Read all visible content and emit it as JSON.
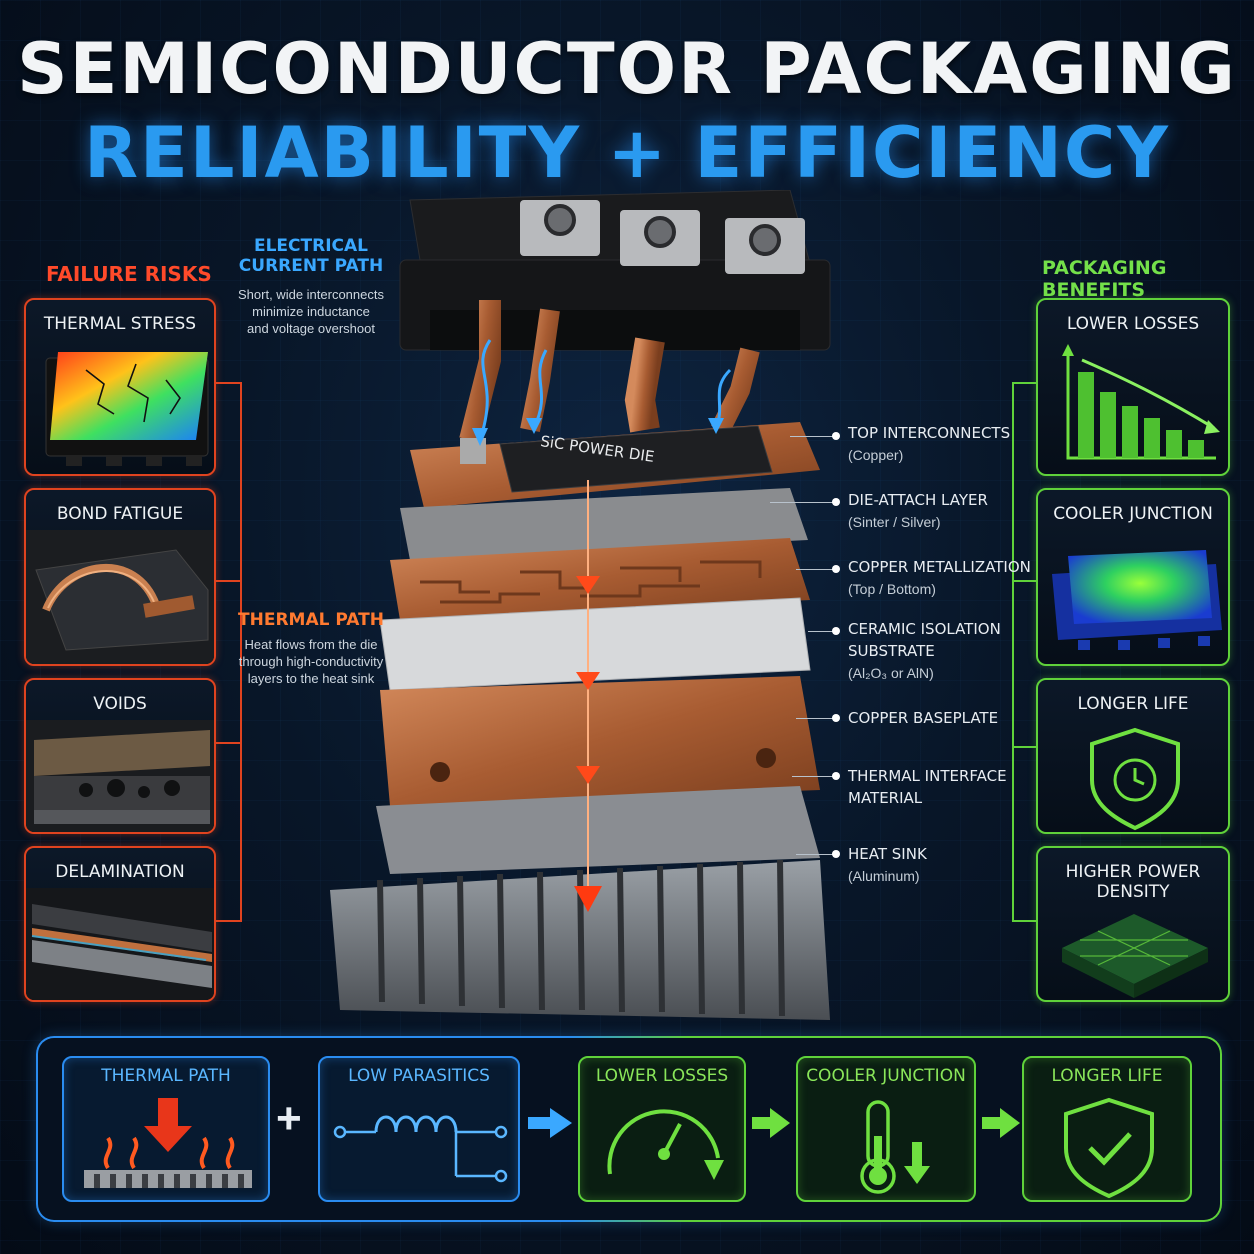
{
  "title": {
    "line1": "SEMICONDUCTOR PACKAGING",
    "line2": "RELIABILITY + EFFICIENCY"
  },
  "failure_risks": {
    "heading": "FAILURE RISKS",
    "items": [
      {
        "label": "THERMAL STRESS"
      },
      {
        "label": "BOND FATIGUE"
      },
      {
        "label": "VOIDS"
      },
      {
        "label": "DELAMINATION"
      }
    ]
  },
  "packaging_benefits": {
    "heading": "PACKAGING BENEFITS",
    "items": [
      {
        "label": "LOWER LOSSES"
      },
      {
        "label": "COOLER JUNCTION"
      },
      {
        "label": "LONGER LIFE"
      },
      {
        "label": "HIGHER POWER DENSITY"
      }
    ]
  },
  "electrical_path": {
    "title_line1": "ELECTRICAL",
    "title_line2": "CURRENT PATH",
    "text_line1": "Short, wide interconnects",
    "text_line2": "minimize inductance",
    "text_line3": "and voltage overshoot"
  },
  "thermal_path": {
    "title": "THERMAL PATH",
    "text_line1": "Heat flows from the die",
    "text_line2": "through high-conductivity",
    "text_line3": "layers to the heat sink"
  },
  "die_label": "SiC POWER DIE",
  "layers": [
    {
      "name": "TOP INTERCONNECTS",
      "sub": "(Copper)"
    },
    {
      "name": "DIE-ATTACH LAYER",
      "sub": "(Sinter / Silver)"
    },
    {
      "name": "COPPER METALLIZATION",
      "sub": "(Top / Bottom)"
    },
    {
      "name": "CERAMIC ISOLATION",
      "name2": "SUBSTRATE",
      "sub": "(Al₂O₃ or AlN)"
    },
    {
      "name": "COPPER BASEPLATE",
      "sub": ""
    },
    {
      "name": "THERMAL INTERFACE",
      "name2": "MATERIAL",
      "sub": ""
    },
    {
      "name": "HEAT SINK",
      "sub": "(Aluminum)"
    }
  ],
  "flow": {
    "steps": [
      {
        "label": "THERMAL PATH"
      },
      {
        "label": "LOW PARASITICS"
      },
      {
        "label": "LOWER LOSSES"
      },
      {
        "label": "COOLER JUNCTION"
      },
      {
        "label": "LONGER LIFE"
      }
    ],
    "plus": "+"
  },
  "colors": {
    "risk": "#e0431f",
    "benefit": "#5fd23a",
    "electrical": "#2a9af0",
    "thermal": "#ff4a2a",
    "copper": "#b8683e"
  }
}
